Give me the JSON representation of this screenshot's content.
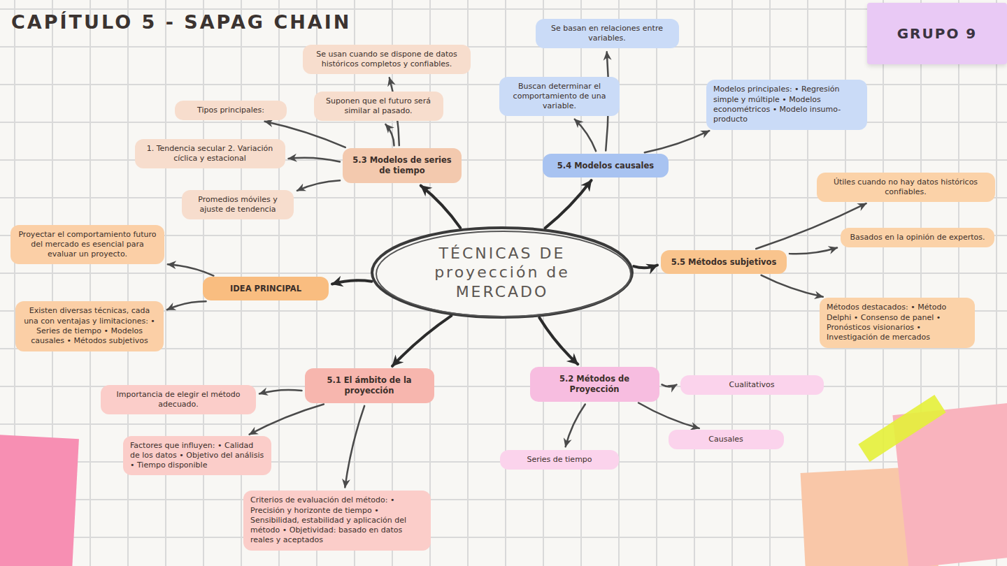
{
  "diagram": {
    "title": "CAPÍTULO 5 - SAPAG CHAIN",
    "nodes": [
      {
        "text": [
          "TÉCNICAS DE proyección de MERCADO"
        ]
      },
      {
        "text": [
          "IDEA PRINCIPAL"
        ]
      },
      {
        "text": [
          "Proyectar el comportamiento futuro del mercado es esencial para evaluar un proyecto."
        ]
      },
      {
        "text": [
          "Existen diversas técnicas, cada una con ventajas y limitaciones: • Series de tiempo • Modelos causales • Métodos subjetivos"
        ]
      },
      {
        "text": [
          "5.3 Modelos de series de tiempo"
        ]
      },
      {
        "text": [
          "Tipos principales:"
        ]
      },
      {
        "text": [
          "1. Tendencia secular 2. Variación cíclica y estacional"
        ]
      },
      {
        "text": [
          "Promedios móviles y ajuste de tendencia"
        ]
      },
      {
        "text": [
          "Se usan cuando se dispone de datos históricos completos y confiables."
        ]
      },
      {
        "text": [
          "Suponen que el futuro será similar al pasado."
        ]
      },
      {
        "text": [
          "5.4 Modelos causales"
        ]
      },
      {
        "text": [
          "Se basan en relaciones entre variables."
        ]
      },
      {
        "text": [
          "Buscan determinar el comportamiento de una variable."
        ]
      },
      {
        "text": [
          "Modelos principales: • Regresión simple y múltiple • Modelos econométricos • Modelo insumo-producto"
        ]
      },
      {
        "text": [
          "5.5 Métodos subjetivos"
        ]
      },
      {
        "text": [
          "Útiles cuando no hay datos históricos confiables."
        ]
      },
      {
        "text": [
          "Basados en la opinión de expertos."
        ]
      },
      {
        "text": [
          "Métodos destacados: • Método Delphi • Consenso de panel • Pronósticos visionarios • Investigación de mercados"
        ]
      },
      {
        "text": [
          "5.2 Métodos de Proyección"
        ]
      },
      {
        "text": [
          "Cualitativos"
        ]
      },
      {
        "text": [
          "Causales"
        ]
      },
      {
        "text": [
          "Series de tiempo"
        ]
      },
      {
        "text": [
          "5.1 El ámbito de la proyección"
        ]
      },
      {
        "text": [
          "Importancia de elegir el método adecuado."
        ]
      },
      {
        "text": [
          "Factores que influyen: • Calidad de los datos • Objetivo del análisis • Tiempo disponible"
        ]
      },
      {
        "text": [
          "Criterios de evaluación del método: • Precisión y horizonte de tiempo • Sensibilidad, estabilidad y aplicación del método • Objetividad: basado en datos reales y aceptados"
        ]
      },
      {
        "text": [
          "GRUPO 9"
        ]
      }
    ],
    "edges": [
      {
        "from": 0,
        "to": 4,
        "arrow": "to"
      },
      {
        "from": 0,
        "to": 10,
        "arrow": "to"
      },
      {
        "from": 0,
        "to": 14,
        "arrow": "to"
      },
      {
        "from": 0,
        "to": 18,
        "arrow": "to"
      },
      {
        "from": 0,
        "to": 22,
        "arrow": "to"
      },
      {
        "from": 0,
        "to": 1,
        "arrow": "to"
      },
      {
        "from": 1,
        "to": 2,
        "arrow": "to"
      },
      {
        "from": 1,
        "to": 3,
        "arrow": "to"
      },
      {
        "from": 4,
        "to": 5,
        "arrow": "to"
      },
      {
        "from": 4,
        "to": 6,
        "arrow": "to"
      },
      {
        "from": 4,
        "to": 7,
        "arrow": "to"
      },
      {
        "from": 4,
        "to": 8,
        "arrow": "to"
      },
      {
        "from": 4,
        "to": 9,
        "arrow": "to"
      },
      {
        "from": 10,
        "to": 11,
        "arrow": "to"
      },
      {
        "from": 10,
        "to": 12,
        "arrow": "to"
      },
      {
        "from": 10,
        "to": 13,
        "arrow": "to"
      },
      {
        "from": 14,
        "to": 15,
        "arrow": "to"
      },
      {
        "from": 14,
        "to": 16,
        "arrow": "to"
      },
      {
        "from": 14,
        "to": 17,
        "arrow": "to"
      },
      {
        "from": 18,
        "to": 19,
        "arrow": "to"
      },
      {
        "from": 18,
        "to": 20,
        "arrow": "to"
      },
      {
        "from": 18,
        "to": 21,
        "arrow": "to"
      },
      {
        "from": 22,
        "to": 23,
        "arrow": "to"
      },
      {
        "from": 22,
        "to": 24,
        "arrow": "to"
      },
      {
        "from": 22,
        "to": 25,
        "arrow": "to"
      }
    ]
  }
}
